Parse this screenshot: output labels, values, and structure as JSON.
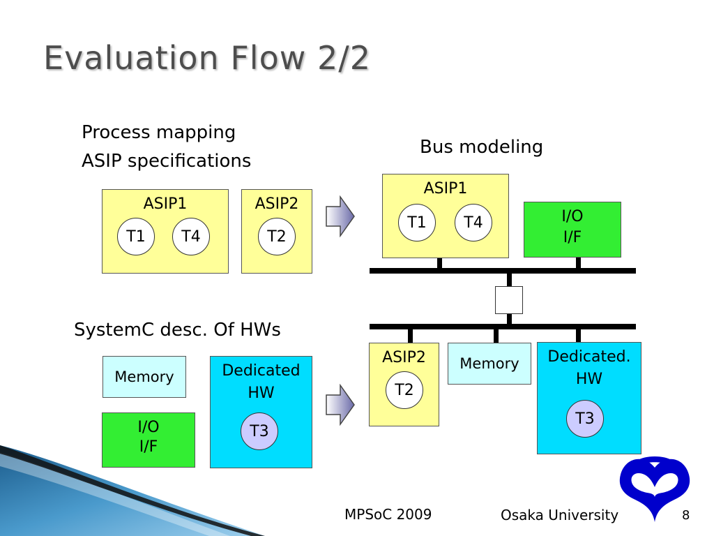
{
  "slide": {
    "title": "Evaluation Flow 2/2",
    "left_top": {
      "line1": "Process mapping",
      "line2": "ASIP specifications",
      "asip1": {
        "title": "ASIP1",
        "tasks": [
          "T1",
          "T4"
        ]
      },
      "asip2": {
        "title": "ASIP2",
        "tasks": [
          "T2"
        ]
      }
    },
    "left_bottom": {
      "label": "SystemC desc. Of HWs",
      "memory": "Memory",
      "io": {
        "line1": "I/O",
        "line2": "I/F"
      },
      "dedicated": {
        "line1": "Dedicated",
        "line2": "HW",
        "task": "T3"
      }
    },
    "right": {
      "label": "Bus modeling",
      "asip1": {
        "title": "ASIP1",
        "tasks": [
          "T1",
          "T4"
        ]
      },
      "io": {
        "line1": "I/O",
        "line2": "I/F"
      },
      "asip2": {
        "title": "ASIP2",
        "task": "T2"
      },
      "memory": "Memory",
      "dedicated": {
        "line1": "Dedicated.",
        "line2": "HW",
        "task": "T3"
      }
    },
    "footer": {
      "conference": "MPSoC 2009",
      "university": "Osaka University",
      "page": "8"
    },
    "colors": {
      "asip": "#ffff99",
      "io": "#33ee33",
      "dedicated": "#00ddff",
      "memory": "#ccffff",
      "logo": "#0000cc"
    }
  }
}
